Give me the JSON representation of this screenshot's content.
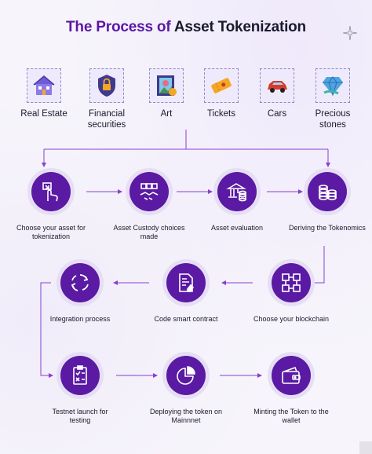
{
  "title": {
    "accent": "The Process of",
    "rest": "Asset Tokenization"
  },
  "assets": [
    {
      "label": "Real Estate",
      "icon": "house-icon"
    },
    {
      "label": "Financial securities",
      "icon": "shield-lock-icon"
    },
    {
      "label": "Art",
      "icon": "painting-icon"
    },
    {
      "label": "Tickets",
      "icon": "ticket-icon"
    },
    {
      "label": "Cars",
      "icon": "car-icon"
    },
    {
      "label": "Precious stones",
      "icon": "gem-icon"
    }
  ],
  "steps": [
    {
      "label": "Choose your asset for tokenization",
      "icon": "hand-tap-icon"
    },
    {
      "label": "Asset Custody choices made",
      "icon": "handshake-icon"
    },
    {
      "label": "Asset evaluation",
      "icon": "bank-coins-icon"
    },
    {
      "label": "Deriving the Tokenomics",
      "icon": "coin-stack-icon"
    },
    {
      "label": "Choose your blockchain",
      "icon": "blockchain-icon"
    },
    {
      "label": "Code smart contract",
      "icon": "contract-icon"
    },
    {
      "label": "Integration process",
      "icon": "cycle-icon"
    },
    {
      "label": "Testnet launch for testing",
      "icon": "checklist-icon"
    },
    {
      "label": "Deploying the token on Mainnnet",
      "icon": "pie-chart-icon"
    },
    {
      "label": "Minting the Token to the wallet",
      "icon": "wallet-icon"
    }
  ],
  "colors": {
    "accent": "#5a1aa3",
    "ring": "#e6def5",
    "line": "#8a3fd1"
  }
}
